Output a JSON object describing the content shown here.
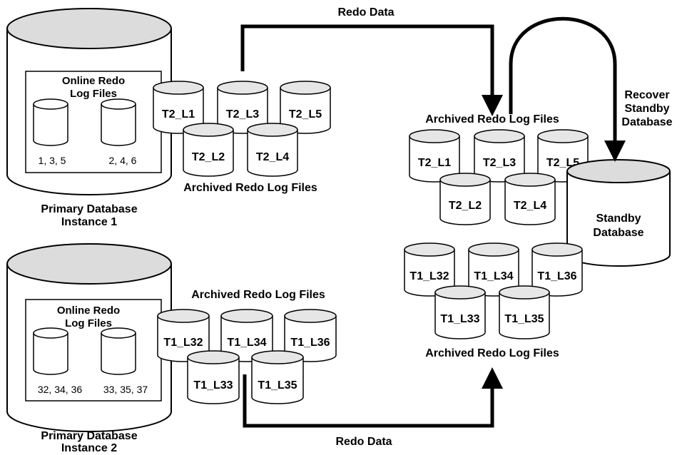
{
  "primary1": {
    "label_line1": "Primary Database",
    "label_line2": "Instance 1",
    "online_title_line1": "Online Redo",
    "online_title_line2": "Log Files",
    "group_a": "1, 3, 5",
    "group_b": "2, 4, 6",
    "archived_caption": "Archived Redo Log Files",
    "logs": [
      "T2_L1",
      "T2_L3",
      "T2_L5",
      "T2_L2",
      "T2_L4"
    ]
  },
  "primary2": {
    "label_line1": "Primary Database",
    "label_line2": "Instance 2",
    "online_title_line1": "Online Redo",
    "online_title_line2": "Log Files",
    "group_a": "32, 34, 36",
    "group_b": "33, 35, 37",
    "archived_caption": "Archived Redo Log Files",
    "logs": [
      "T1_L32",
      "T1_L34",
      "T1_L36",
      "T1_L33",
      "T1_L35"
    ]
  },
  "standby": {
    "label_line1": "Standby",
    "label_line2": "Database",
    "archived_caption_top": "Archived Redo Log Files",
    "logs_top": [
      "T2_L1",
      "T2_L3",
      "T2_L5",
      "T2_L2",
      "T2_L4"
    ],
    "archived_caption_bottom": "Archived Redo Log Files",
    "logs_bottom": [
      "T1_L32",
      "T1_L34",
      "T1_L36",
      "T1_L33",
      "T1_L35"
    ]
  },
  "arrows": {
    "redo_top": "Redo Data",
    "redo_bottom": "Redo Data",
    "recover_line1": "Recover",
    "recover_line2": "Standby",
    "recover_line3": "Database"
  },
  "colors": {
    "cylinder_fill": "#ffffff",
    "cylinder_top": "#e6e6e6",
    "big_top": "#dcdcdc",
    "stroke": "#000000"
  }
}
